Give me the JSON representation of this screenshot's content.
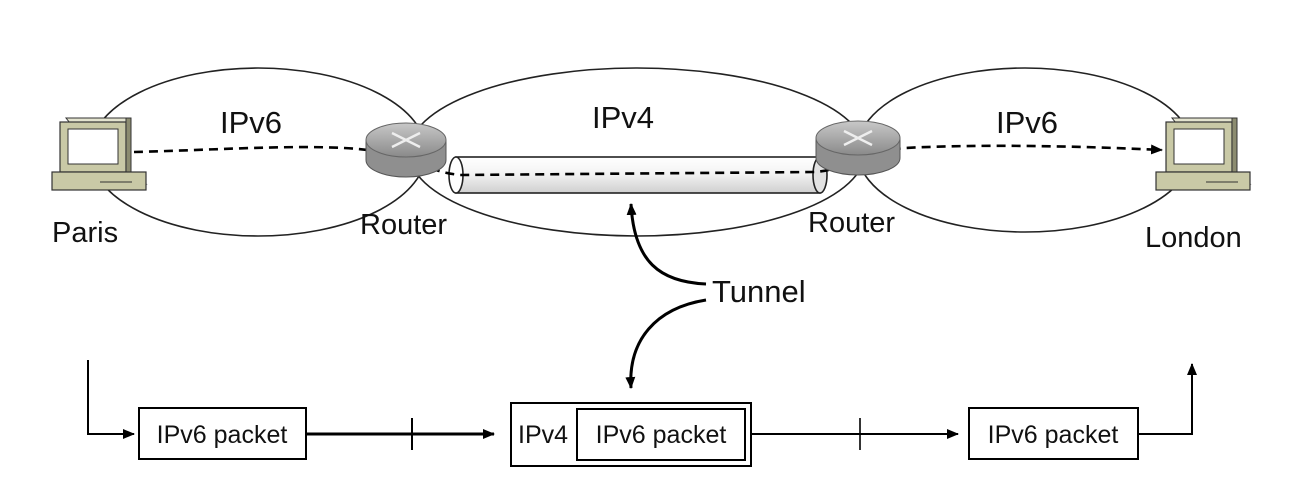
{
  "networks": {
    "left": "IPv6",
    "middle": "IPv4",
    "right": "IPv6"
  },
  "nodes": {
    "source": "Paris",
    "router_left": "Router",
    "router_right": "Router",
    "destination": "London"
  },
  "tunnel_label": "Tunnel",
  "packets": {
    "first": "IPv6 packet",
    "encap_outer": "IPv4",
    "encap_inner": "IPv6 packet",
    "last": "IPv6 packet"
  }
}
